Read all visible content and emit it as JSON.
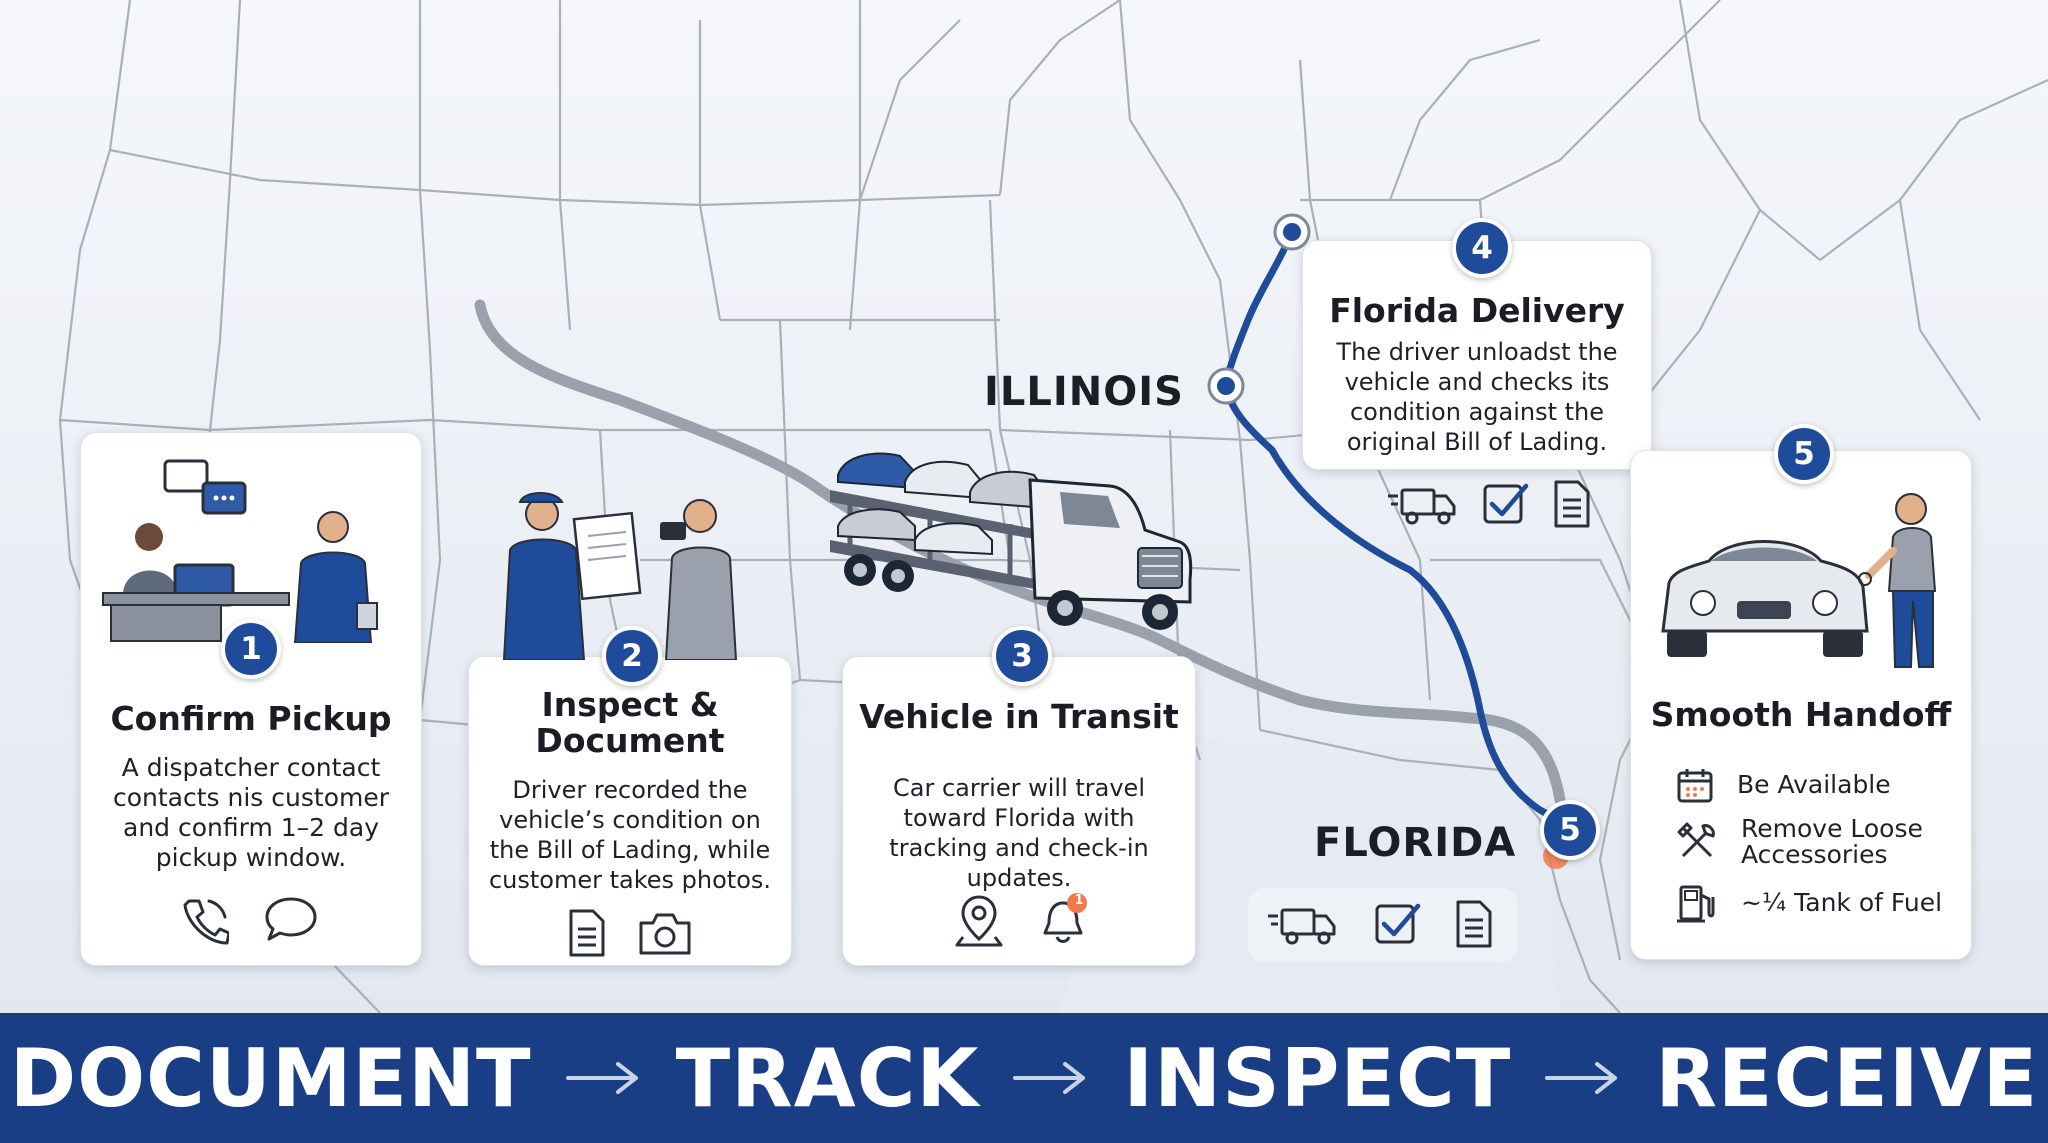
{
  "map": {
    "states": {
      "illinois": "ILLINOIS",
      "florida": "FLORIDA"
    }
  },
  "steps": [
    {
      "number": "1",
      "title": "Confirm Pickup",
      "body": "A dispatcher contact contacts nis customer and confirm 1–2 day pickup window.",
      "icons": [
        "phone-icon",
        "chat-bubble-icon"
      ]
    },
    {
      "number": "2",
      "title": "Inspect & Document",
      "body": "Driver recorded the vehicle’s condition on the Bill of Lading, while customer takes photos.",
      "icons": [
        "document-icon",
        "camera-icon"
      ]
    },
    {
      "number": "3",
      "title": "Vehicle in Transit",
      "body": "Car carrier will travel toward Florida with tracking and check-in updates.",
      "icons": [
        "map-pin-icon",
        "bell-icon"
      ],
      "notification_badge": "1"
    },
    {
      "number": "4",
      "title": "Florida Delivery",
      "body": "The driver unloadst the vehicle and checks its condition against the original Bill of Lading.",
      "icons": [
        "truck-icon",
        "checkbox-icon",
        "document-icon"
      ]
    },
    {
      "number": "5",
      "title": "Smooth Handoff",
      "checklist": [
        {
          "icon": "calendar-icon",
          "label": "Be Available"
        },
        {
          "icon": "tools-icon",
          "label": "Remove Loose Accessories"
        },
        {
          "icon": "fuel-pump-icon",
          "label": "~¼ Tank of Fuel"
        }
      ]
    }
  ],
  "route_marker_number": "5",
  "florida_icons": [
    "truck-icon",
    "checkbox-icon",
    "document-icon"
  ],
  "banner": {
    "words": [
      "DOCUMENT",
      "TRACK",
      "INSPECT",
      "RECEIVE"
    ],
    "arrow": "→"
  },
  "colors": {
    "brand_blue": "#1e4c9a",
    "banner_blue": "#1a3e86",
    "route_gray": "#9aa1ad",
    "notify_orange": "#f07a4a"
  }
}
